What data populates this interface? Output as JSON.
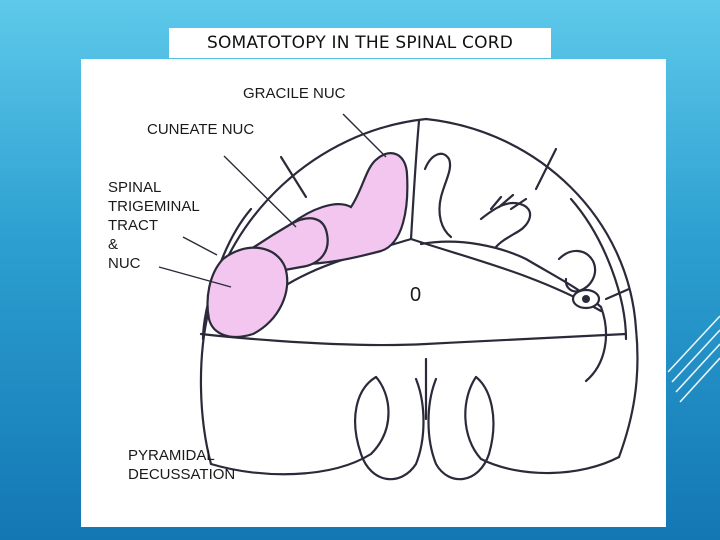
{
  "slide": {
    "title": "SOMATOTOPY IN THE SPINAL CORD"
  },
  "diagram": {
    "labels": {
      "gracile": "GRACILE NUC",
      "cuneate": "CUNEATE NUC",
      "trigeminal": [
        "SPINAL",
        "TRIGEMINAL",
        "TRACT",
        "&",
        "NUC"
      ],
      "pyramidal": [
        "PYRAMIDAL",
        "DECUSSATION"
      ],
      "canal": "0"
    },
    "colors": {
      "nucleus_fill": "#f2c6ee",
      "outline": "#2a2a3a",
      "background_top": "#5ec9ea",
      "background_bottom": "#1377b3"
    }
  }
}
